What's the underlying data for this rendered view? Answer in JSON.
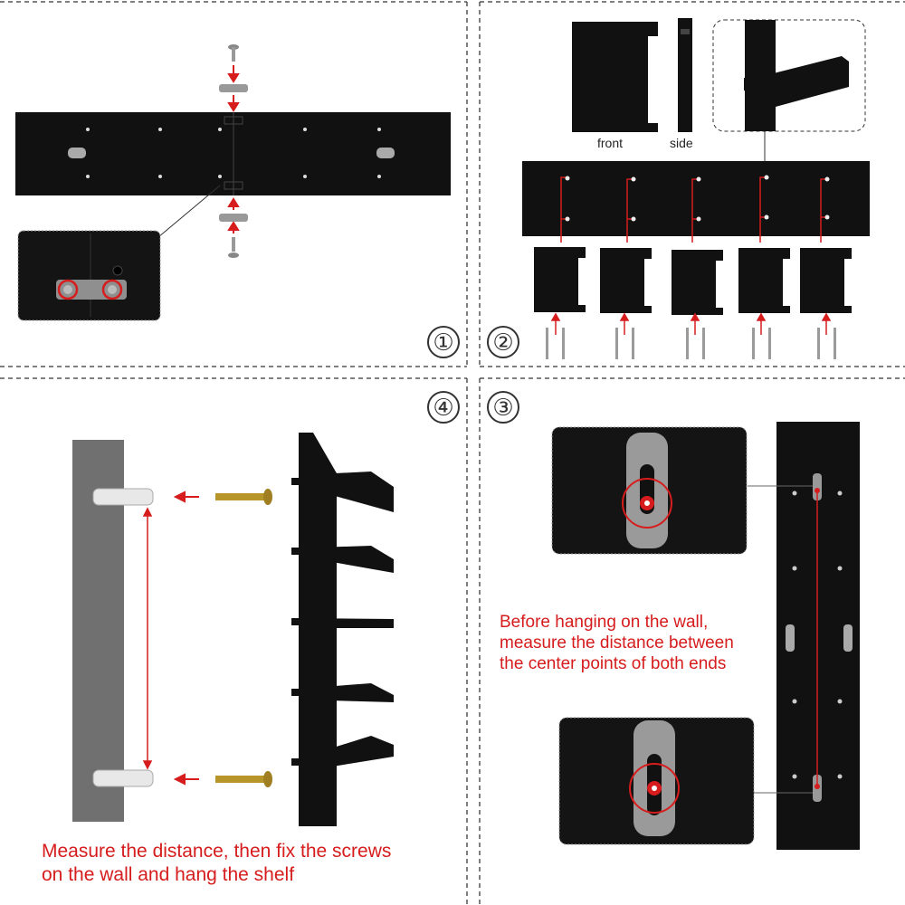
{
  "steps": {
    "step1": {
      "number": "①"
    },
    "step2": {
      "number": "②",
      "front_label": "front",
      "side_label": "side"
    },
    "step3": {
      "number": "③",
      "instruction": [
        "Before hanging on the wall,",
        "measure the distance between",
        "the center points of both ends"
      ]
    },
    "step4": {
      "number": "④",
      "instruction": [
        "Measure the distance, then fix the screws",
        "on the wall and hang the shelf"
      ]
    }
  },
  "colors": {
    "accent": "#d61c1c",
    "shelf": "#111111",
    "wall": "#707070",
    "divider": "#555555"
  },
  "icons": [
    "screw-icon",
    "connector-plate-icon",
    "keyhole-hanger-icon",
    "wall-anchor-icon",
    "arrow-icon"
  ]
}
